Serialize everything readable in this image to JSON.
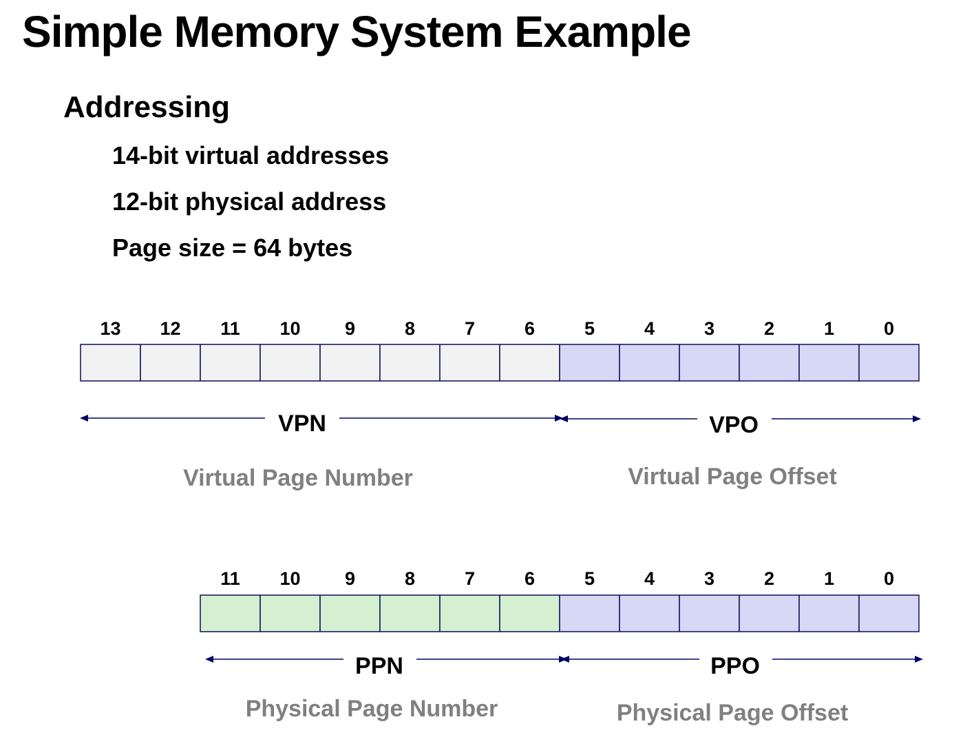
{
  "title": "Simple Memory System Example",
  "section": {
    "heading": "Addressing",
    "bullets": [
      "14-bit virtual addresses",
      "12-bit physical address",
      "Page size = 64 bytes"
    ]
  },
  "virtual_address": {
    "bit_labels": [
      "13",
      "12",
      "11",
      "10",
      "9",
      "8",
      "7",
      "6",
      "5",
      "4",
      "3",
      "2",
      "1",
      "0"
    ],
    "vpn_label": "VPN",
    "vpo_label": "VPO",
    "vpn_caption": "Virtual Page Number",
    "vpo_caption": "Virtual Page Offset"
  },
  "physical_address": {
    "bit_labels": [
      "11",
      "10",
      "9",
      "8",
      "7",
      "6",
      "5",
      "4",
      "3",
      "2",
      "1",
      "0"
    ],
    "ppn_label": "PPN",
    "ppo_label": "PPO",
    "ppn_caption": "Physical Page Number",
    "ppo_caption": "Physical Page Offset"
  },
  "colors": {
    "vpn_fill": "#f2f2f2",
    "offset_fill": "#d6d8f5",
    "ppn_fill": "#d4f0d0",
    "box_stroke": "#1a1a66",
    "arrow": "#000066",
    "caption": "#808080"
  }
}
